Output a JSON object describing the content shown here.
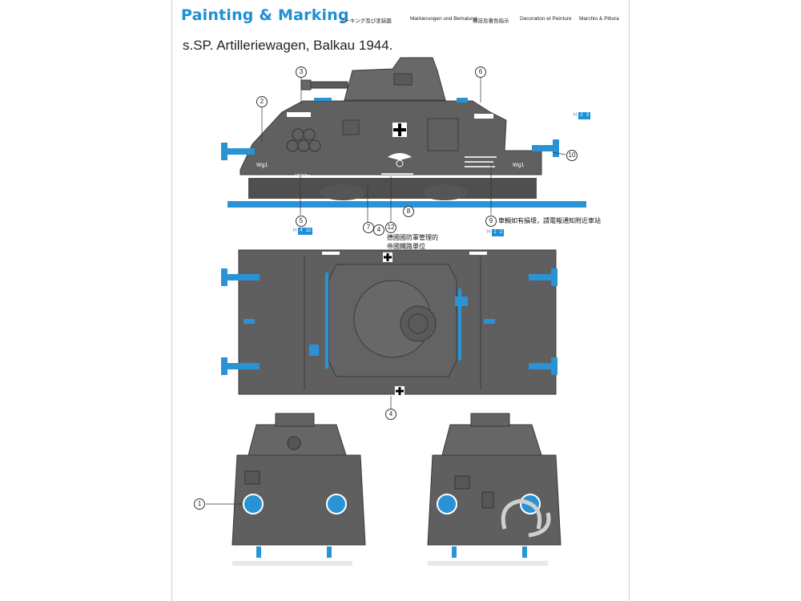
{
  "header": {
    "title": "Painting & Marking",
    "languages": [
      "マーキング及び塗装図",
      "Markierungen und Bemalung",
      "標誌及著色指示",
      "Decoration et Peinture",
      "Marchio & Pittura"
    ]
  },
  "subtitle": "s.SP. Artilleriewagen, Balkau 1944.",
  "callouts": [
    "1",
    "2",
    "3",
    "4",
    "5",
    "6",
    "7",
    "8",
    "9",
    "10",
    "12"
  ],
  "vehicle_markings": {
    "unit": "Wg1",
    "weight": "18000kg"
  },
  "notes": {
    "note9": "車輛如有損壞，請電報通知附近車站",
    "note4_line1": "德國國防軍管理的",
    "note4_line2": "帝國鐵路單位"
  },
  "blue_labels": [
    "H",
    "2",
    "3",
    "H",
    "4",
    "12",
    "H",
    "1",
    "2"
  ],
  "colors": {
    "accent": "#1e8fd6",
    "vehicle_grey": "#5f5f5f",
    "part_blue": "#2a93d5"
  }
}
